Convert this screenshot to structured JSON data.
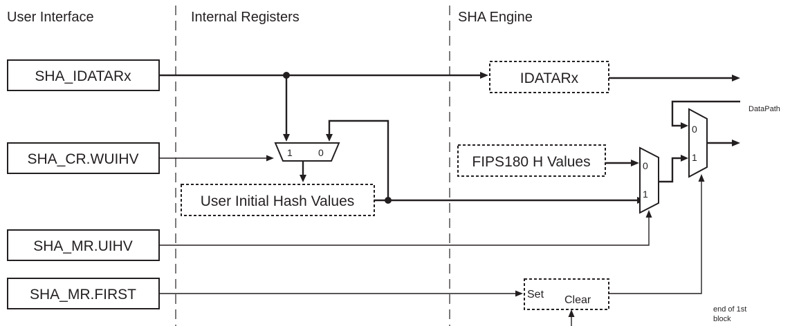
{
  "headers": {
    "user_interface": "User Interface",
    "internal_registers": "Internal Registers",
    "sha_engine": "SHA Engine"
  },
  "user_interface_boxes": {
    "idatarx": "SHA_IDATARx",
    "cr_wuihv": "SHA_CR.WUIHV",
    "mr_uihv": "SHA_MR.UIHV",
    "mr_first": "SHA_MR.FIRST"
  },
  "internal_registers": {
    "user_initial_hash_values": "User Initial Hash Values",
    "mux_in_1": "1",
    "mux_in_0": "0"
  },
  "sha_engine": {
    "idatarx": "IDATARx",
    "fips180": "FIPS180 H Values",
    "mux1_in_0": "0",
    "mux1_in_1": "1",
    "mux2_in_0": "0",
    "mux2_in_1": "1",
    "flag_set": "Set",
    "flag_clear": "Clear"
  },
  "annotations": {
    "datapath": "DataPath",
    "end_of_block_line1": "end of 1st",
    "end_of_block_line2": "block"
  }
}
